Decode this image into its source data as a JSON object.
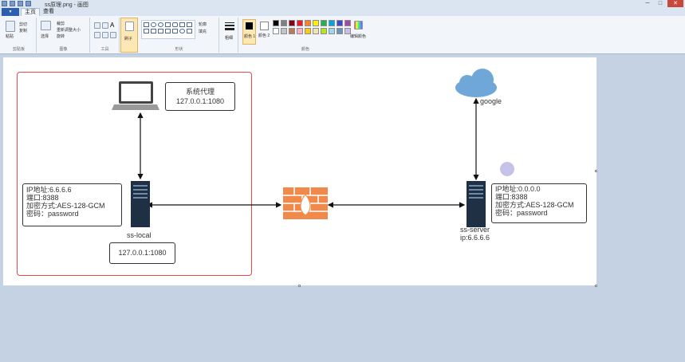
{
  "window": {
    "title": "ss原理.png - 画图",
    "minimize": "─",
    "maximize": "□",
    "close": "✕"
  },
  "tabs": {
    "file": "▾",
    "home": "主页",
    "view": "查看"
  },
  "ribbon": {
    "clipboard": {
      "paste": "粘贴",
      "cut": "剪切",
      "copy": "复制",
      "label": "剪贴板"
    },
    "image": {
      "select": "选择",
      "crop": "裁剪",
      "resize": "重新调整大小",
      "rotate": "旋转",
      "label": "图像"
    },
    "tools": {
      "label": "工具"
    },
    "brushes": {
      "label": "刷子"
    },
    "shapes": {
      "outline": "轮廓",
      "fill": "填充",
      "label": "形状"
    },
    "size": {
      "label": "粗细"
    },
    "colors": {
      "color1": "颜色 1",
      "color2": "颜色 2",
      "edit": "编辑颜色",
      "label": "颜色",
      "palette": [
        "#000000",
        "#7f7f7f",
        "#880015",
        "#ed1c24",
        "#ff7f27",
        "#fff200",
        "#22b14c",
        "#00a2e8",
        "#3f48cc",
        "#a349a4",
        "#ffffff",
        "#c3c3c3",
        "#b97a57",
        "#ffaec9",
        "#ffc90e",
        "#efe4b0",
        "#b5e61d",
        "#99d9ea",
        "#7092be",
        "#c8bfe7"
      ]
    }
  },
  "diagram": {
    "proxy_box": "系统代理\n127.0.0.1:1080",
    "local_info": [
      "IP地址:6.6.6.6",
      "端口:8388",
      "加密方式:AES-128-GCM",
      "密码：password"
    ],
    "local_label": "ss-local",
    "local_addr": "127.0.0.1:1080",
    "server_info": [
      "IP地址:0.0.0.0",
      "端口:8388",
      "加密方式:AES-128-GCM",
      "密码：password"
    ],
    "server_label": "ss-server",
    "server_ip": "ip:6.6.6.6",
    "cloud_label": "google",
    "accent_red": "#e54848",
    "firewall_color": "#f08a4b",
    "cloud_color": "#6fa8d8"
  }
}
